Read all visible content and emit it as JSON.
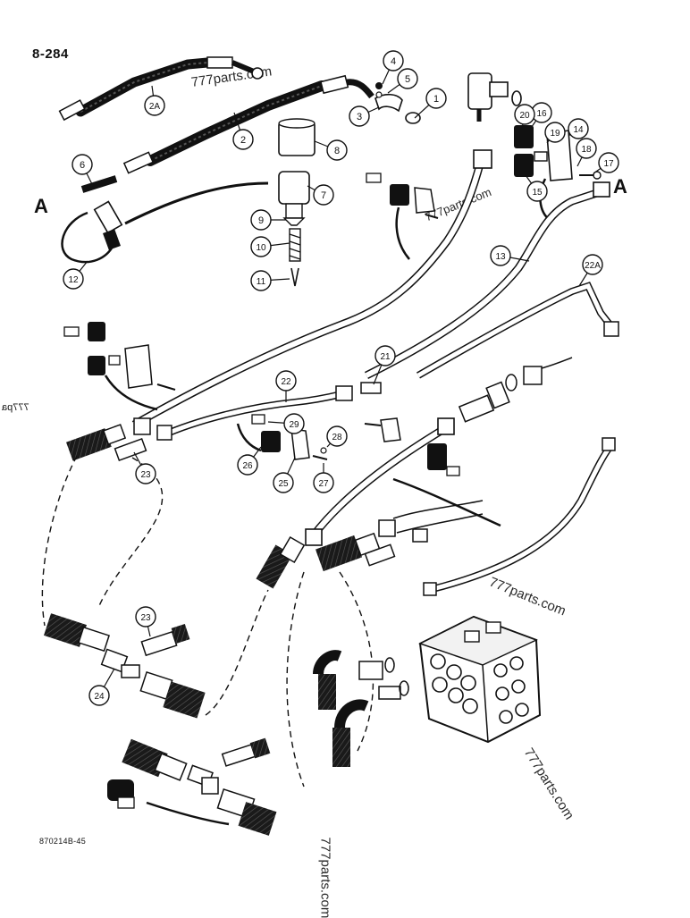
{
  "page_number": "8-284",
  "figure_code": "870214B-45",
  "view_marker": "A",
  "watermark": "777parts.com",
  "mirrored_edge_text": "777pa",
  "callouts": [
    "1",
    "2",
    "2A",
    "3",
    "4",
    "5",
    "6",
    "7",
    "8",
    "9",
    "10",
    "11",
    "12",
    "13",
    "14",
    "15",
    "16",
    "17",
    "18",
    "19",
    "20",
    "21",
    "22",
    "22A",
    "23",
    "24",
    "25",
    "26",
    "27",
    "28",
    "29"
  ]
}
